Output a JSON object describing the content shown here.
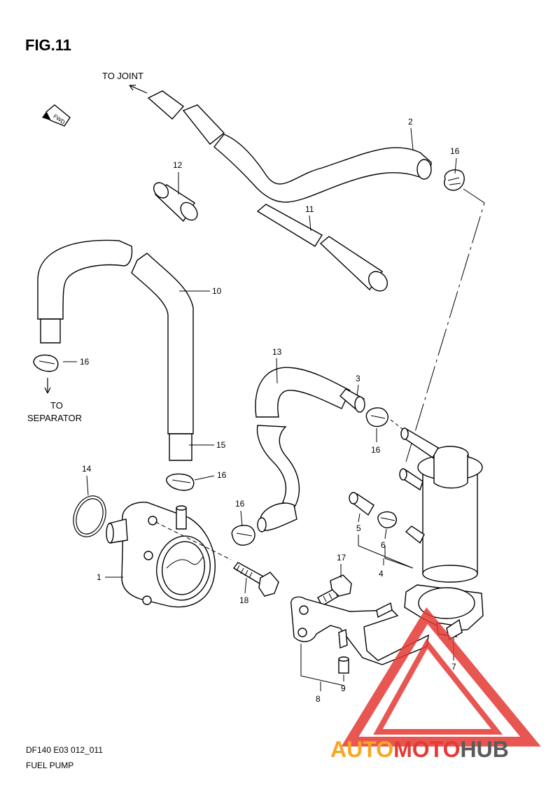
{
  "figure": {
    "title": "FIG.11"
  },
  "notes": {
    "to_joint": "TO JOINT",
    "to": "TO",
    "separator": "SEPARATOR",
    "fwd": "FWD"
  },
  "footer": {
    "model_code": "DF140 E03 012_011",
    "caption": "FUEL PUMP"
  },
  "watermark": {
    "brand": "AUTOMOTOHUB",
    "part1": "AUTO",
    "part2": "MOTO",
    "part3": "HUB",
    "color_red": "#e53935",
    "color_orange": "#f6a623",
    "color_dark": "#5a5a5a"
  },
  "callouts": {
    "p1": "1",
    "p2": "2",
    "p3": "3",
    "p4": "4",
    "p5": "5",
    "p6": "6",
    "p7": "7",
    "p8": "8",
    "p9": "9",
    "p10": "10",
    "p11": "11",
    "p12": "12",
    "p13": "13",
    "p14": "14",
    "p15": "15",
    "p16a": "16",
    "p16b": "16",
    "p16c": "16",
    "p16d": "16",
    "p16e": "16",
    "p17": "17",
    "p18": "18"
  }
}
